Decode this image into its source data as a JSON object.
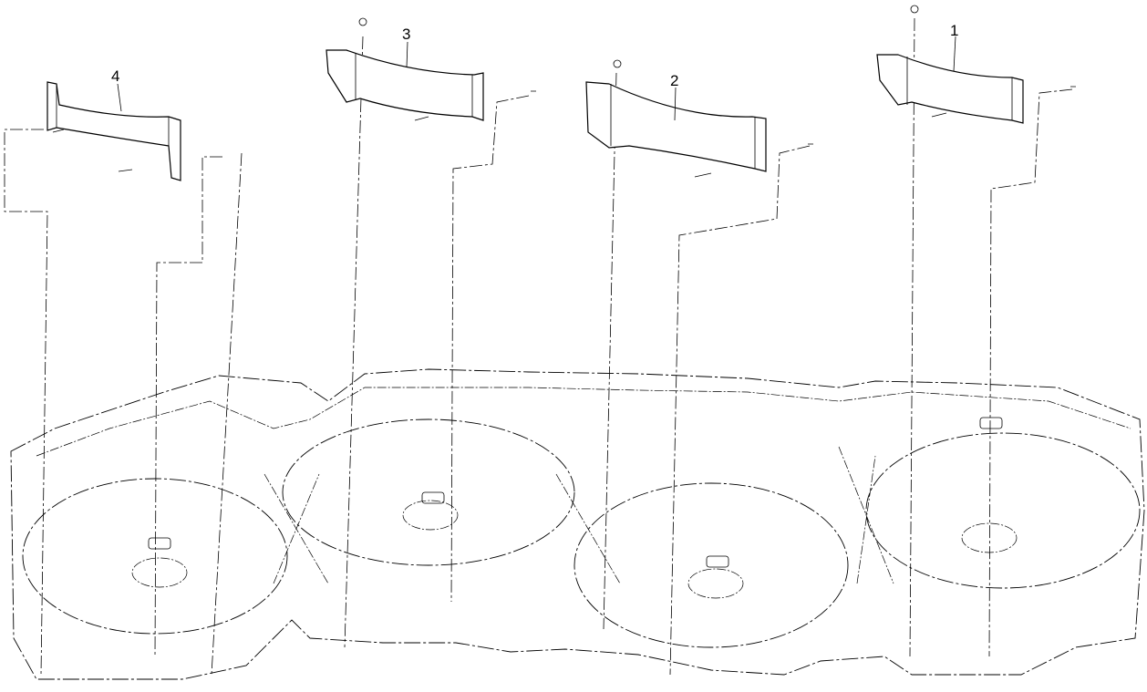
{
  "diagram": {
    "callouts": [
      {
        "label": "1"
      },
      {
        "label": "2"
      },
      {
        "label": "3"
      },
      {
        "label": "4"
      }
    ]
  }
}
